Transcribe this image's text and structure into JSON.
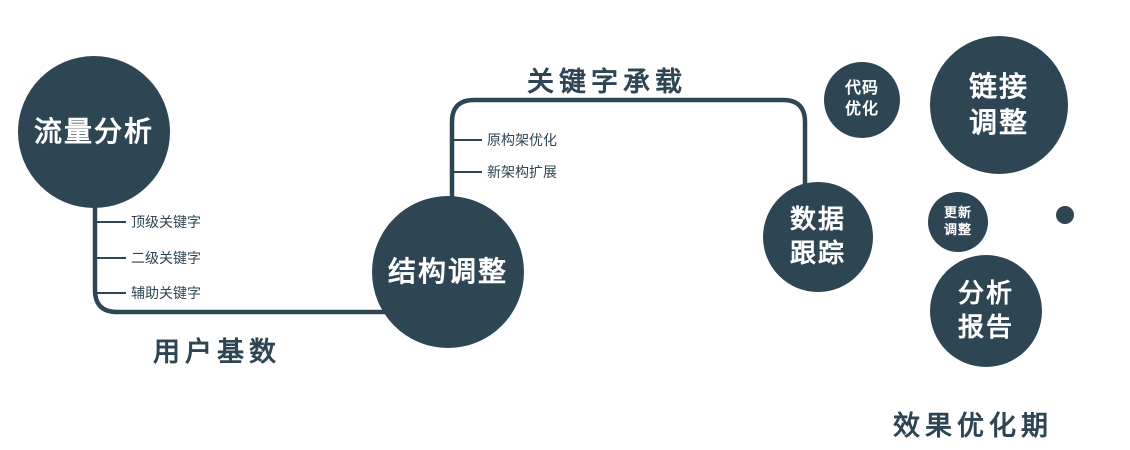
{
  "palette": {
    "primary": "#2e4553",
    "text_on_dark": "#ffffff",
    "background": "#ffffff"
  },
  "nodes": {
    "traffic": {
      "label": "流量分析"
    },
    "structure": {
      "label": "结构调整"
    },
    "data_tracking": {
      "lines": [
        "数据",
        "跟踪"
      ]
    },
    "code_optimization": {
      "lines": [
        "代码",
        "优化"
      ]
    },
    "link_adjustment": {
      "lines": [
        "链接",
        "调整"
      ]
    },
    "update_adjustment": {
      "lines": [
        "更新",
        "调整"
      ]
    },
    "analysis_report": {
      "lines": [
        "分析",
        "报告"
      ]
    }
  },
  "edge_labels": {
    "keyword_carry": "关键字承载",
    "user_base": "用户基数",
    "effect_period": "效果优化期"
  },
  "branches": {
    "traffic": [
      "顶级关键字",
      "二级关键字",
      "辅助关键字"
    ],
    "structure": [
      "原构架优化",
      "新架构扩展"
    ]
  }
}
